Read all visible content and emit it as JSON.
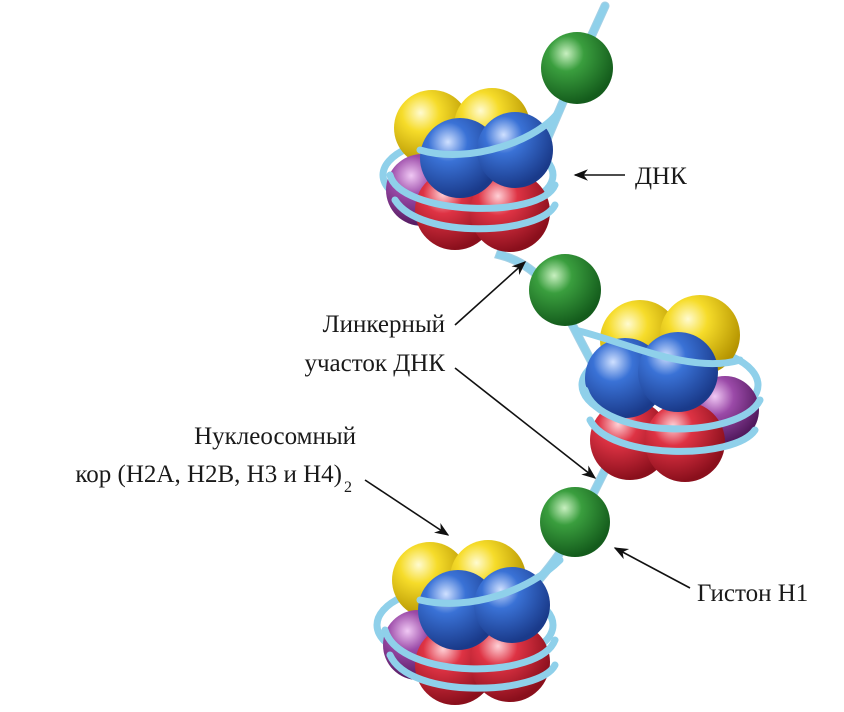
{
  "labels": {
    "dna": "ДНК",
    "linker_line1": "Линкерный",
    "linker_line2": "участок ДНК",
    "core_line1": "Нуклеосомный",
    "core_line2": "кор (H2A, H2B, H3 и H4)",
    "core_subscript": "2",
    "histone_h1": "Гистон H1"
  },
  "colors": {
    "dna_strand": "#8fd0ea",
    "histone_yellow": "#f2d21a",
    "histone_blue": "#2f63c8",
    "histone_red": "#d42a3a",
    "histone_purple": "#8e3f9c",
    "histone_h1_green": "#2f8f3a"
  }
}
